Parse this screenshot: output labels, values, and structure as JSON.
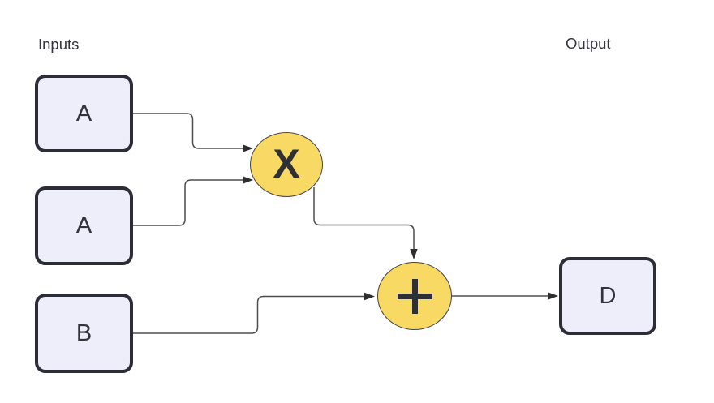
{
  "diagram": {
    "inputs_label": "Inputs",
    "output_label": "Output",
    "nodes": [
      {
        "id": "input-a1",
        "type": "input-box",
        "label": "A"
      },
      {
        "id": "input-a2",
        "type": "input-box",
        "label": "A"
      },
      {
        "id": "input-b",
        "type": "input-box",
        "label": "B"
      },
      {
        "id": "multiply",
        "type": "operator-circle",
        "label": "X"
      },
      {
        "id": "add",
        "type": "operator-circle",
        "label": "+"
      },
      {
        "id": "output-d",
        "type": "output-box",
        "label": "D"
      }
    ],
    "edges": [
      {
        "from": "input-a1",
        "to": "multiply"
      },
      {
        "from": "input-a2",
        "to": "multiply"
      },
      {
        "from": "multiply",
        "to": "add"
      },
      {
        "from": "input-b",
        "to": "add"
      },
      {
        "from": "add",
        "to": "output-d"
      }
    ]
  },
  "theme": {
    "canvas_bg": "#ffffff",
    "node_fill": "#edeefa",
    "node_stroke": "#2d2d38",
    "operator_fill": "#f8d964",
    "operator_stroke": "#42424a",
    "edge_color": "#4d4d4d",
    "arrowhead_color": "#2e2e2e",
    "text_color": "#33333b"
  }
}
